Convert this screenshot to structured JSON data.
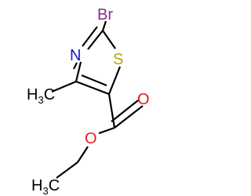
{
  "molecule": {
    "atoms": {
      "bromine": {
        "symbol": "Br",
        "color": "#8b2a8b"
      },
      "nitrogen": {
        "symbol": "N",
        "color": "#1414d2"
      },
      "sulfur": {
        "symbol": "S",
        "color": "#b8a500"
      },
      "methyl_ring": {
        "symbol": "H",
        "subscript": "3",
        "tail": "C",
        "color": "#000000"
      },
      "oxygen_carbonyl": {
        "symbol": "O",
        "color": "#e31a1a"
      },
      "oxygen_ester": {
        "symbol": "O",
        "color": "#e31a1a"
      },
      "methyl_ethyl": {
        "symbol": "H",
        "subscript": "3",
        "tail": "C",
        "color": "#000000"
      }
    },
    "bond_color": "#000000"
  }
}
